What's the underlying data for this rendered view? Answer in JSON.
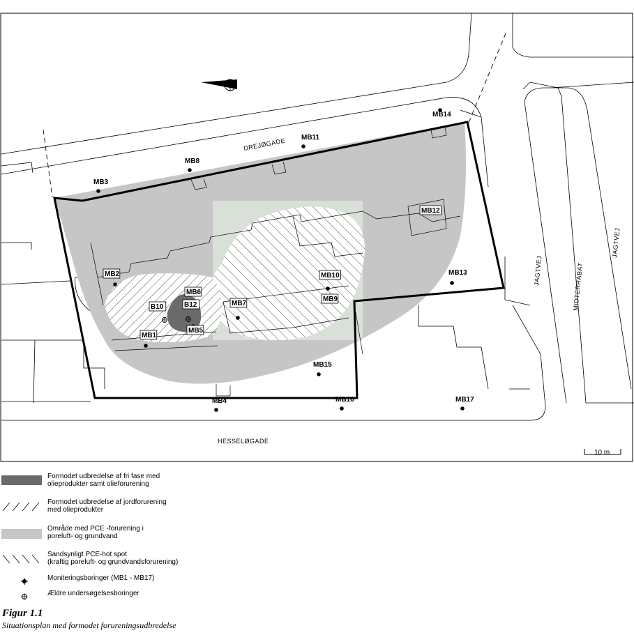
{
  "map": {
    "streets": {
      "north": "DREJØGADE",
      "south": "HESSELØGADE",
      "east_1": "JAGTVEJ",
      "east_median": "MIDTERRABAT",
      "east_2": "JAGTVEJ"
    },
    "scale_label": "10 m",
    "points": [
      {
        "id": "MB1",
        "label": "MB1",
        "kind": "monitoring",
        "boxed": true
      },
      {
        "id": "MB2",
        "label": "MB2",
        "kind": "monitoring",
        "boxed": true
      },
      {
        "id": "MB3",
        "label": "MB3",
        "kind": "monitoring",
        "boxed": false
      },
      {
        "id": "MB4",
        "label": "MB4",
        "kind": "monitoring",
        "boxed": false
      },
      {
        "id": "MB5",
        "label": "MB5",
        "kind": "monitoring",
        "boxed": true
      },
      {
        "id": "MB6",
        "label": "MB6",
        "kind": "monitoring",
        "boxed": true
      },
      {
        "id": "MB7",
        "label": "MB7",
        "kind": "monitoring",
        "boxed": true
      },
      {
        "id": "MB8",
        "label": "MB8",
        "kind": "monitoring",
        "boxed": false
      },
      {
        "id": "MB9",
        "label": "MB9",
        "kind": "monitoring",
        "boxed": true
      },
      {
        "id": "MB10",
        "label": "MB10",
        "kind": "monitoring",
        "boxed": true
      },
      {
        "id": "MB11",
        "label": "MB11",
        "kind": "monitoring",
        "boxed": false
      },
      {
        "id": "MB12",
        "label": "MB12",
        "kind": "monitoring",
        "boxed": true
      },
      {
        "id": "MB13",
        "label": "MB13",
        "kind": "monitoring",
        "boxed": false
      },
      {
        "id": "MB14",
        "label": "MB14",
        "kind": "monitoring",
        "boxed": false
      },
      {
        "id": "MB15",
        "label": "MB15",
        "kind": "monitoring",
        "boxed": false
      },
      {
        "id": "MB16",
        "label": "MB16",
        "kind": "monitoring",
        "boxed": false
      },
      {
        "id": "MB17",
        "label": "MB17",
        "kind": "monitoring",
        "boxed": false
      },
      {
        "id": "B10",
        "label": "B10",
        "kind": "older",
        "boxed": true
      },
      {
        "id": "B12",
        "label": "B12",
        "kind": "older",
        "boxed": true
      }
    ]
  },
  "legend": {
    "items": [
      {
        "id": "free-phase",
        "line1": "Formodet udbredelse af fri fase med",
        "line2": "olieprodukter samt olieforurening"
      },
      {
        "id": "soil-oil",
        "line1": "Formodet udbredelse af jordforurening",
        "line2": "med olieprodukter"
      },
      {
        "id": "pce-area",
        "line1": "Område med PCE -forurening i",
        "line2": "poreluft- og grundvand"
      },
      {
        "id": "pce-hotspot",
        "line1": "Sandsynligt PCE-hot spot",
        "line2": "(kraftig poreluft- og grundvandsforurening)"
      },
      {
        "id": "monitoring",
        "line1": "Moniteringsboringer (MB1 - MB17)",
        "line2": ""
      },
      {
        "id": "older",
        "line1": "Ældre undersøgelsesboringer",
        "line2": ""
      }
    ]
  },
  "caption": {
    "figure": "Figur 1.1",
    "subtitle": "Situationsplan med formodet forureningsudbredelse"
  },
  "colors": {
    "pce_area": "#c6c6c6",
    "free_phase": "#6a6a6a",
    "hotspot_bg": "#d8e0d8",
    "boundary": "#000000"
  }
}
